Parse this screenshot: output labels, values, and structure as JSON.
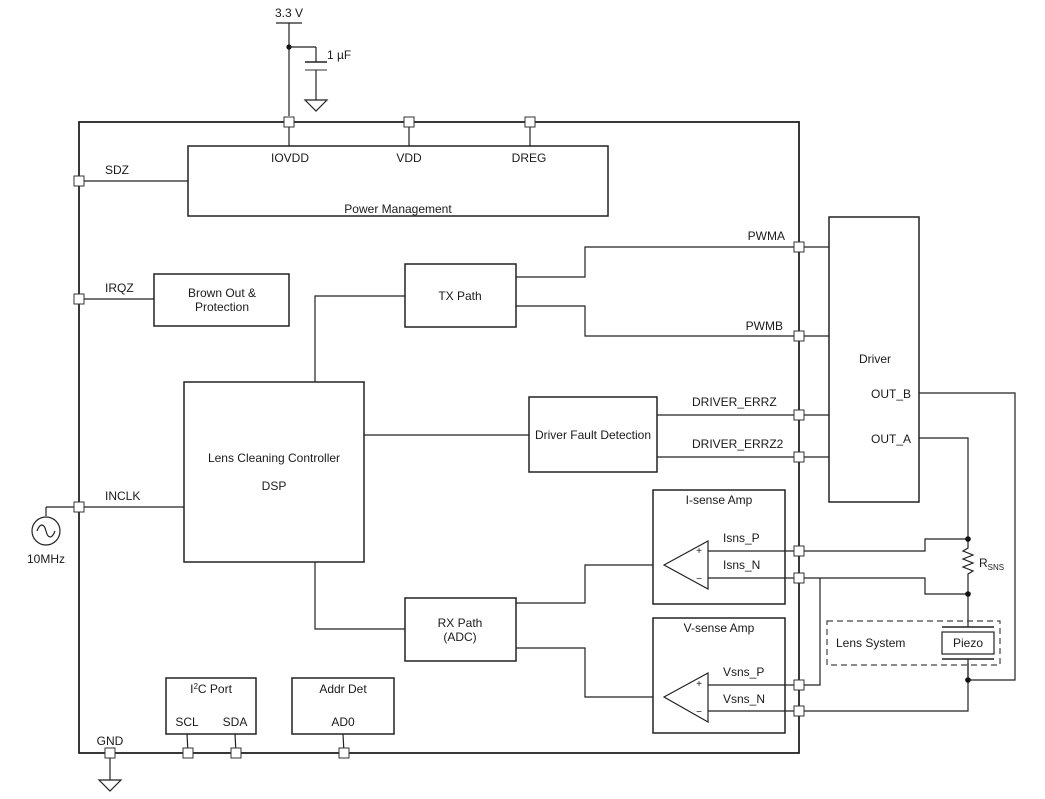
{
  "supply": {
    "voltage": "3.3 V",
    "cap": "1 µF"
  },
  "power": {
    "title": "Power Management",
    "pins": [
      "IOVDD",
      "VDD",
      "DREG"
    ]
  },
  "left_pins": {
    "sdz": "SDZ",
    "irqz": "IRQZ",
    "inclk": "INCLK",
    "gnd": "GND"
  },
  "osc": {
    "label": "10MHz"
  },
  "brownout": {
    "line1": "Brown Out &",
    "line2": "Protection"
  },
  "tx": {
    "label": "TX Path"
  },
  "rx": {
    "line1": "RX Path",
    "line2": "(ADC)"
  },
  "dsp": {
    "line1": "Lens Cleaning Controller",
    "line2": "DSP"
  },
  "fault": {
    "label": "Driver Fault Detection"
  },
  "signals": {
    "pwma": "PWMA",
    "pwmb": "PWMB",
    "errz": "DRIVER_ERRZ",
    "errz2": "DRIVER_ERRZ2"
  },
  "driver": {
    "label": "Driver",
    "out_b": "OUT_B",
    "out_a": "OUT_A"
  },
  "isense": {
    "title": "I-sense Amp",
    "p": "Isns_P",
    "n": "Isns_N"
  },
  "vsense": {
    "title": "V-sense Amp",
    "p": "Vsns_P",
    "n": "Vsns_N"
  },
  "amp_signs": {
    "plus": "+",
    "minus": "−"
  },
  "rsns": {
    "main": "R",
    "sub": "SNS"
  },
  "lens": {
    "label": "Lens System",
    "piezo": "Piezo"
  },
  "i2c": {
    "title_pre": "I",
    "title_sup": "2",
    "title_post": "C Port",
    "scl": "SCL",
    "sda": "SDA"
  },
  "addr": {
    "title": "Addr Det",
    "pin": "AD0"
  }
}
